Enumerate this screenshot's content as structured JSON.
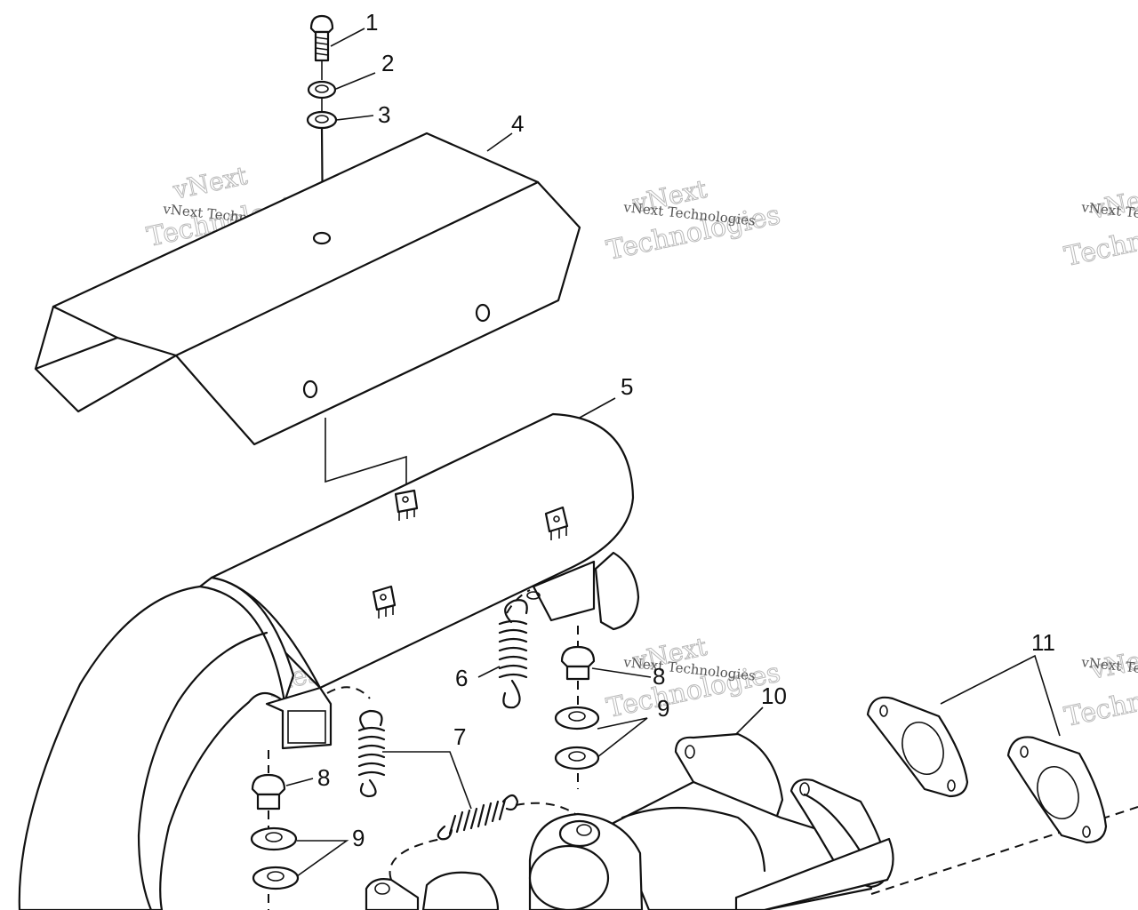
{
  "callouts": [
    {
      "id": "c1",
      "label": "1"
    },
    {
      "id": "c2",
      "label": "2"
    },
    {
      "id": "c3",
      "label": "3"
    },
    {
      "id": "c4",
      "label": "4"
    },
    {
      "id": "c5",
      "label": "5"
    },
    {
      "id": "c6",
      "label": "6"
    },
    {
      "id": "c7",
      "label": "7"
    },
    {
      "id": "c8a",
      "label": "8"
    },
    {
      "id": "c8b",
      "label": "8"
    },
    {
      "id": "c9a",
      "label": "9"
    },
    {
      "id": "c9b",
      "label": "9"
    },
    {
      "id": "c10",
      "label": "10"
    },
    {
      "id": "c11",
      "label": "11"
    }
  ],
  "watermark": {
    "small": "vNext Technologies",
    "line1": "vNext",
    "line2": "Technologies"
  }
}
